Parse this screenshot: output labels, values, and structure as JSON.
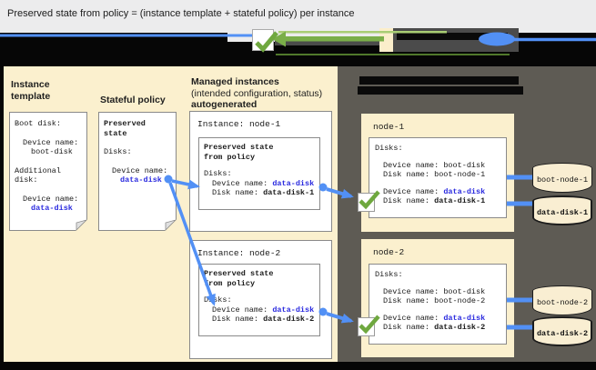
{
  "title": "Preserved state from policy = (instance template + stateful policy) per instance",
  "colors": {
    "cream_panel": "#fbf0ce",
    "dark_panel": "#5e5b54",
    "arrow_blue": "#5290f5",
    "code_blue": "#2b2bdf",
    "check_green": "#6fa83f",
    "title_bar": "#ececed"
  },
  "icons": {
    "checkmark": "✓",
    "disk": "cylinder",
    "document_fold": "dog-ear"
  },
  "left": {
    "instance_template": {
      "label": "Instance template",
      "boot_disk_heading": "Boot disk:",
      "boot_device_label": "Device name:",
      "boot_device_value": "boot-disk",
      "additional_line1": "Additional",
      "additional_line2": "disk:",
      "data_device_label": "Device name:",
      "data_device_value": "data-disk"
    },
    "stateful_policy": {
      "label": "Stateful policy",
      "heading_line1": "Preserved",
      "heading_line2": "state",
      "disks_heading": "Disks:",
      "device_label": "Device name:",
      "device_value": "data-disk"
    },
    "managed": {
      "label_line1": "Managed instances",
      "label_line2": "(intended configuration, status)",
      "label_line3": "autogenerated",
      "instances": [
        {
          "title": "Instance: node-1",
          "heading_line1": "Preserved state",
          "heading_line2": "from policy",
          "disks_heading": "Disks:",
          "device_label": "Device name: ",
          "device_value": "data-disk",
          "disk_label": "Disk name: ",
          "disk_value": "data-disk-1"
        },
        {
          "title": "Instance: node-2",
          "heading_line1": "Preserved state",
          "heading_line2": "from policy",
          "disks_heading": "Disks:",
          "device_label": "Device name: ",
          "device_value": "data-disk",
          "disk_label": "Disk name: ",
          "disk_value": "data-disk-2"
        }
      ]
    }
  },
  "right": {
    "nodes": [
      {
        "name": "node-1",
        "disks_heading": "Disks:",
        "boot_device_label": "Device name: ",
        "boot_device_value": "boot-disk",
        "boot_disk_label": "Disk name: ",
        "boot_disk_value": "boot-node-1",
        "data_device_label": "Device name: ",
        "data_device_value": "data-disk",
        "data_disk_label": "Disk name: ",
        "data_disk_value": "data-disk-1",
        "boot_cylinder": "boot-node-1",
        "data_cylinder": "data-disk-1"
      },
      {
        "name": "node-2",
        "disks_heading": "Disks:",
        "boot_device_label": "Device name: ",
        "boot_device_value": "boot-disk",
        "boot_disk_label": "Disk name: ",
        "boot_disk_value": "boot-node-2",
        "data_device_label": "Device name: ",
        "data_device_value": "data-disk",
        "data_disk_label": "Disk name: ",
        "data_disk_value": "data-disk-2",
        "boot_cylinder": "boot-node-2",
        "data_cylinder": "data-disk-2"
      }
    ]
  }
}
